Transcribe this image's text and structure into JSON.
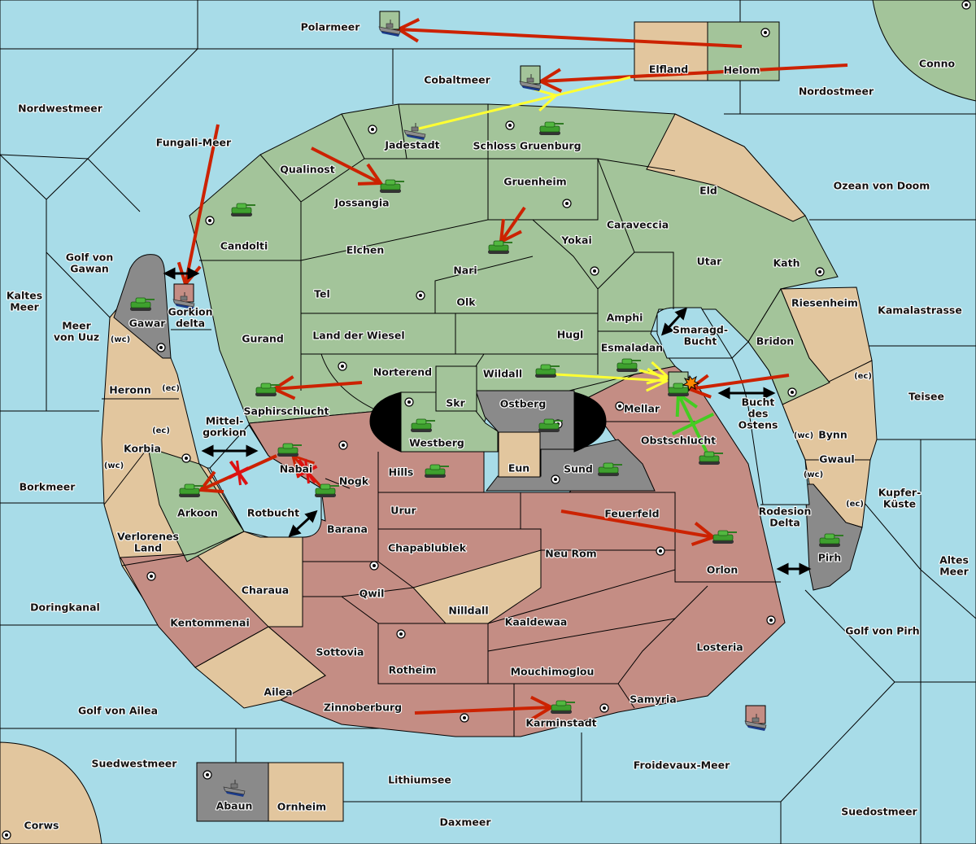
{
  "map": {
    "colors": {
      "sea": "#a8dce8",
      "green_power": "#a3c49a",
      "red_power": "#c48d84",
      "neutral": "#e2c69e",
      "gray_power": "#8a8a8a",
      "move_order": "#cc2200",
      "support_order": "#ffff33",
      "convoy_order": "#44cc22",
      "connection_arrow": "#000000"
    },
    "sea_labels": [
      {
        "id": "polarmeer",
        "name": "Polarmeer"
      },
      {
        "id": "cobaltmeer",
        "name": "Cobaltmeer"
      },
      {
        "id": "nordostmeer",
        "name": "Nordostmeer"
      },
      {
        "id": "nordwestmeer",
        "name": "Nordwestmeer"
      },
      {
        "id": "fungali-meer",
        "name": "Fungali-Meer"
      },
      {
        "id": "ozean-von-doom",
        "name": "Ozean von Doom"
      },
      {
        "id": "golf-von-gawan",
        "name": "Golf von\nGawan"
      },
      {
        "id": "kaltes-meer",
        "name": "Kaltes\nMeer"
      },
      {
        "id": "meer-von-uuz",
        "name": "Meer\nvon Uuz"
      },
      {
        "id": "kamalastrasse",
        "name": "Kamalastrasse"
      },
      {
        "id": "teisee",
        "name": "Teisee"
      },
      {
        "id": "mittelgorkion",
        "name": "Mittel-\ngorkion"
      },
      {
        "id": "borkmeer",
        "name": "Borkmeer"
      },
      {
        "id": "rotbucht",
        "name": "Rotbucht"
      },
      {
        "id": "smaragd-bucht",
        "name": "Smaragd-\nBucht"
      },
      {
        "id": "bucht-des-ostens",
        "name": "Bucht\ndes\nOstens"
      },
      {
        "id": "kupfer-kueste",
        "name": "Kupfer-\nKüste"
      },
      {
        "id": "rodesion-delta",
        "name": "Rodesion\nDelta"
      },
      {
        "id": "altes-meer",
        "name": "Altes\nMeer"
      },
      {
        "id": "doringkanal",
        "name": "Doringkanal"
      },
      {
        "id": "golf-von-pirh",
        "name": "Golf von Pirh"
      },
      {
        "id": "golf-von-ailea",
        "name": "Golf von Ailea"
      },
      {
        "id": "suedwestmeer",
        "name": "Suedwestmeer"
      },
      {
        "id": "lithiumsee",
        "name": "Lithiumsee"
      },
      {
        "id": "froidevaux-meer",
        "name": "Froidevaux-Meer"
      },
      {
        "id": "daxmeer",
        "name": "Daxmeer"
      },
      {
        "id": "suedostmeer",
        "name": "Suedostmeer"
      },
      {
        "id": "gorkion-delta",
        "name": "Gorkion\ndelta"
      }
    ],
    "land_labels": [
      {
        "id": "elfland",
        "name": "Elfland",
        "owner": "neutral"
      },
      {
        "id": "helom",
        "name": "Helom",
        "owner": "green"
      },
      {
        "id": "conno",
        "name": "Conno",
        "owner": "green"
      },
      {
        "id": "jadestadt",
        "name": "Jadestadt",
        "owner": "green"
      },
      {
        "id": "schloss-gruenburg",
        "name": "Schloss Gruenburg",
        "owner": "green"
      },
      {
        "id": "qualinost",
        "name": "Qualinost",
        "owner": "green"
      },
      {
        "id": "jossangia",
        "name": "Jossangia",
        "owner": "green"
      },
      {
        "id": "gruenheim",
        "name": "Gruenheim",
        "owner": "green"
      },
      {
        "id": "eld",
        "name": "Eld",
        "owner": "neutral"
      },
      {
        "id": "caraveccia",
        "name": "Caraveccia",
        "owner": "green"
      },
      {
        "id": "candolti",
        "name": "Candolti",
        "owner": "green"
      },
      {
        "id": "elchen",
        "name": "Elchen",
        "owner": "green"
      },
      {
        "id": "yokai",
        "name": "Yokai",
        "owner": "green"
      },
      {
        "id": "nari",
        "name": "Nari",
        "owner": "green"
      },
      {
        "id": "utar",
        "name": "Utar",
        "owner": "green"
      },
      {
        "id": "kath",
        "name": "Kath",
        "owner": "green"
      },
      {
        "id": "tel",
        "name": "Tel",
        "owner": "green"
      },
      {
        "id": "olk",
        "name": "Olk",
        "owner": "green"
      },
      {
        "id": "amphi",
        "name": "Amphi",
        "owner": "green"
      },
      {
        "id": "riesenheim",
        "name": "Riesenheim",
        "owner": "neutral"
      },
      {
        "id": "gawar",
        "name": "Gawar",
        "owner": "gray"
      },
      {
        "id": "gurand",
        "name": "Gurand",
        "owner": "green"
      },
      {
        "id": "land-der-wiesel",
        "name": "Land der Wiesel",
        "owner": "green"
      },
      {
        "id": "hugl",
        "name": "Hugl",
        "owner": "green"
      },
      {
        "id": "esmaladan",
        "name": "Esmaladan",
        "owner": "green"
      },
      {
        "id": "bridon",
        "name": "Bridon",
        "owner": "green"
      },
      {
        "id": "heronn",
        "name": "Heronn",
        "owner": "neutral"
      },
      {
        "id": "norterend",
        "name": "Norterend",
        "owner": "green"
      },
      {
        "id": "wildall",
        "name": "Wildall",
        "owner": "green"
      },
      {
        "id": "saphirschlucht",
        "name": "Saphirschlucht",
        "owner": "green"
      },
      {
        "id": "skr",
        "name": "Skr",
        "owner": "green"
      },
      {
        "id": "ostberg",
        "name": "Ostberg",
        "owner": "gray"
      },
      {
        "id": "mellar",
        "name": "Mellar",
        "owner": "red"
      },
      {
        "id": "westberg",
        "name": "Westberg",
        "owner": "green"
      },
      {
        "id": "bynn",
        "name": "Bynn",
        "owner": "neutral"
      },
      {
        "id": "korbia",
        "name": "Korbia",
        "owner": "neutral"
      },
      {
        "id": "obstschlucht",
        "name": "Obstschlucht",
        "owner": "red"
      },
      {
        "id": "nabai",
        "name": "Nabai",
        "owner": "red"
      },
      {
        "id": "gwaul",
        "name": "Gwaul",
        "owner": "neutral"
      },
      {
        "id": "hills",
        "name": "Hills",
        "owner": "red"
      },
      {
        "id": "eun",
        "name": "Eun",
        "owner": "neutral"
      },
      {
        "id": "sund",
        "name": "Sund",
        "owner": "gray"
      },
      {
        "id": "nogk",
        "name": "Nogk",
        "owner": "red"
      },
      {
        "id": "arkoon",
        "name": "Arkoon",
        "owner": "green"
      },
      {
        "id": "urur",
        "name": "Urur",
        "owner": "red"
      },
      {
        "id": "feuerfeld",
        "name": "Feuerfeld",
        "owner": "red"
      },
      {
        "id": "barana",
        "name": "Barana",
        "owner": "red"
      },
      {
        "id": "verlorenes-land",
        "name": "Verlorenes\nLand",
        "owner": "neutral"
      },
      {
        "id": "chapablublek",
        "name": "Chapablublek",
        "owner": "red"
      },
      {
        "id": "neu-rom",
        "name": "Neu Rom",
        "owner": "red"
      },
      {
        "id": "pirh",
        "name": "Pirh",
        "owner": "gray"
      },
      {
        "id": "orlon",
        "name": "Orlon",
        "owner": "red"
      },
      {
        "id": "charaua",
        "name": "Charaua",
        "owner": "neutral"
      },
      {
        "id": "qwil",
        "name": "Qwil",
        "owner": "red"
      },
      {
        "id": "nilldall",
        "name": "Nilldall",
        "owner": "neutral"
      },
      {
        "id": "kentommenai",
        "name": "Kentommenai",
        "owner": "red"
      },
      {
        "id": "kaaldewaa",
        "name": "Kaaldewaa",
        "owner": "red"
      },
      {
        "id": "losteria",
        "name": "Losteria",
        "owner": "red"
      },
      {
        "id": "sottovia",
        "name": "Sottovia",
        "owner": "red"
      },
      {
        "id": "rotheim",
        "name": "Rotheim",
        "owner": "red"
      },
      {
        "id": "mouchimoglou",
        "name": "Mouchimoglou",
        "owner": "red"
      },
      {
        "id": "ailea",
        "name": "Ailea",
        "owner": "neutral"
      },
      {
        "id": "samyria",
        "name": "Samyria",
        "owner": "red"
      },
      {
        "id": "zinnoberburg",
        "name": "Zinnoberburg",
        "owner": "red"
      },
      {
        "id": "karminstadt",
        "name": "Karminstadt",
        "owner": "red"
      },
      {
        "id": "abaun",
        "name": "Abaun",
        "owner": "gray"
      },
      {
        "id": "ornheim",
        "name": "Ornheim",
        "owner": "neutral"
      },
      {
        "id": "corws",
        "name": "Corws",
        "owner": "neutral"
      }
    ],
    "coast_markers": [
      {
        "province": "gawar",
        "text": "(wc)"
      },
      {
        "province": "heronn",
        "text": "(ec)"
      },
      {
        "province": "korbia",
        "text": "(ec)"
      },
      {
        "province": "korbia",
        "text": "(wc)"
      },
      {
        "province": "bynn",
        "text": "(ec)"
      },
      {
        "province": "bynn",
        "text": "(wc)"
      },
      {
        "province": "gwaul",
        "text": "(wc)"
      },
      {
        "province": "gwaul",
        "text": "(ec)"
      }
    ],
    "units": [
      {
        "type": "fleet",
        "power": "green",
        "location": "polarmeer",
        "dislodged_box": true
      },
      {
        "type": "fleet",
        "power": "green",
        "location": "cobaltmeer",
        "dislodged_box": true
      },
      {
        "type": "fleet",
        "power": "green",
        "location": "jadestadt"
      },
      {
        "type": "army",
        "power": "green",
        "location": "schloss-gruenburg"
      },
      {
        "type": "army",
        "power": "green",
        "location": "jossangia"
      },
      {
        "type": "army",
        "power": "green",
        "location": "candolti"
      },
      {
        "type": "army",
        "power": "green",
        "location": "nari"
      },
      {
        "type": "army",
        "power": "green",
        "location": "gawar"
      },
      {
        "type": "fleet",
        "power": "red",
        "location": "gorkion-delta",
        "dislodged_box": true
      },
      {
        "type": "army",
        "power": "green",
        "location": "saphirschlucht"
      },
      {
        "type": "army",
        "power": "green",
        "location": "wildall"
      },
      {
        "type": "army",
        "power": "green",
        "location": "esmaladan"
      },
      {
        "type": "army",
        "power": "green",
        "location": "mellar",
        "dislodged_box": true
      },
      {
        "type": "army",
        "power": "green",
        "location": "westberg"
      },
      {
        "type": "army",
        "power": "green",
        "location": "ostberg"
      },
      {
        "type": "army",
        "power": "green",
        "location": "nabai"
      },
      {
        "type": "army",
        "power": "green",
        "location": "nogk"
      },
      {
        "type": "army",
        "power": "green",
        "location": "hills"
      },
      {
        "type": "army",
        "power": "green",
        "location": "sund"
      },
      {
        "type": "army",
        "power": "green",
        "location": "obstschlucht"
      },
      {
        "type": "army",
        "power": "green",
        "location": "arkoon"
      },
      {
        "type": "army",
        "power": "green",
        "location": "orlon"
      },
      {
        "type": "army",
        "power": "green",
        "location": "pirh"
      },
      {
        "type": "army",
        "power": "green",
        "location": "karminstadt"
      },
      {
        "type": "fleet",
        "power": "red",
        "location": "froidevaux-meer",
        "dislodged_box": true
      },
      {
        "type": "fleet",
        "power": "gray",
        "location": "abaun"
      }
    ],
    "orders": [
      {
        "kind": "move",
        "from": "helom",
        "to": "polarmeer"
      },
      {
        "kind": "move",
        "from": "nordostmeer",
        "to": "cobaltmeer"
      },
      {
        "kind": "support",
        "from": "jadestadt",
        "to": "elfland"
      },
      {
        "kind": "move",
        "from": "qualinost",
        "to": "jossangia"
      },
      {
        "kind": "move",
        "from": "gruenheim",
        "to": "nari"
      },
      {
        "kind": "move",
        "from": "fungali-meer",
        "to": "gorkion-delta"
      },
      {
        "kind": "move",
        "from": "norterend",
        "to": "saphirschlucht"
      },
      {
        "kind": "support",
        "from": "wildall",
        "to": "mellar"
      },
      {
        "kind": "support",
        "from": "esmaladan",
        "to": "mellar"
      },
      {
        "kind": "move",
        "from": "bridon",
        "to": "mellar"
      },
      {
        "kind": "convoy",
        "from": "obstschlucht",
        "to": "mellar"
      },
      {
        "kind": "move-failed",
        "from": "nabai",
        "to": "arkoon"
      },
      {
        "kind": "support-failed",
        "from": "nogk",
        "to": "nabai"
      },
      {
        "kind": "move",
        "from": "feuerfeld",
        "to": "orlon"
      },
      {
        "kind": "move",
        "from": "zinnoberburg",
        "to": "karminstadt"
      }
    ],
    "connections": [
      {
        "a": "gorkion-delta",
        "b": "golf-von-gawan"
      },
      {
        "a": "mittelgorkion",
        "b": "nabai"
      },
      {
        "a": "rotbucht",
        "b": "barana"
      },
      {
        "a": "smaragd-bucht",
        "b": "amphi"
      },
      {
        "a": "bucht-des-ostens",
        "b": "bridon"
      },
      {
        "a": "rodesion-delta",
        "b": "pirh"
      }
    ],
    "battle_marker": {
      "location": "mellar",
      "icon": "explosion-icon"
    }
  }
}
